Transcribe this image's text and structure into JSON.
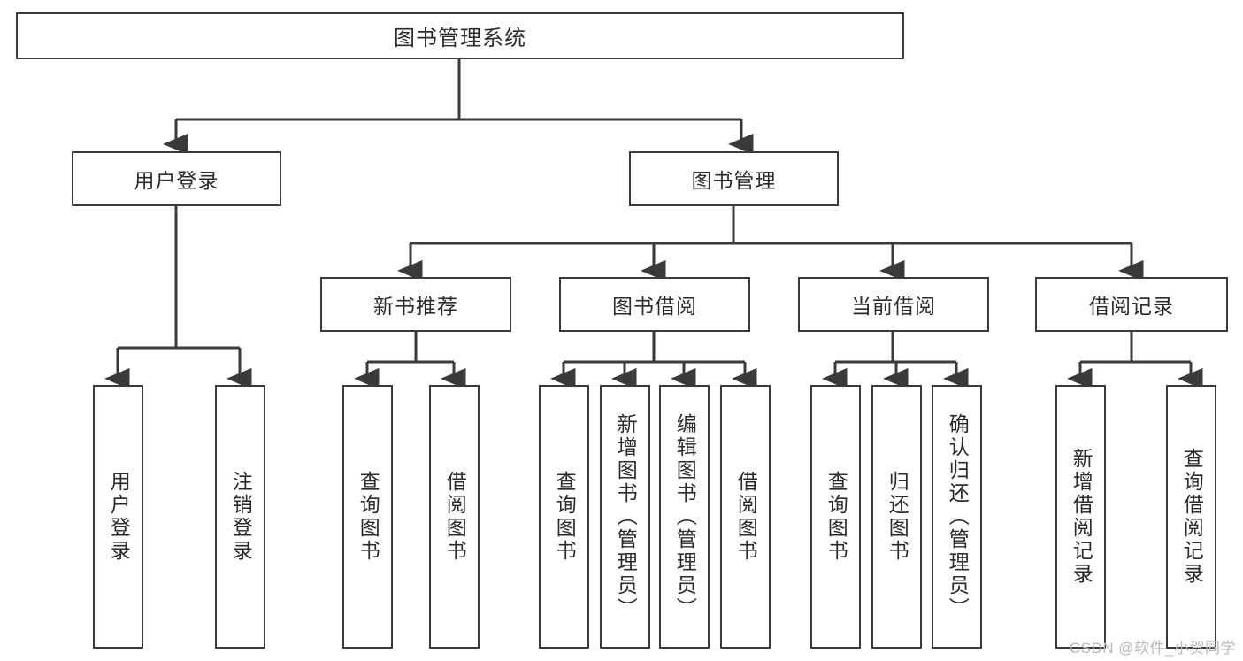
{
  "diagram": {
    "title": "图书管理系统",
    "root": {
      "label": "图书管理系统"
    },
    "level2": [
      {
        "label": "用户登录"
      },
      {
        "label": "图书管理"
      }
    ],
    "level3": [
      {
        "label": "新书推荐"
      },
      {
        "label": "图书借阅"
      },
      {
        "label": "当前借阅"
      },
      {
        "label": "借阅记录"
      }
    ],
    "leaves": {
      "user_login": [
        {
          "label": "用户登录"
        },
        {
          "label": "注销登录"
        }
      ],
      "new_book_recommend": [
        {
          "label": "查询图书"
        },
        {
          "label": "借阅图书"
        }
      ],
      "book_borrow": [
        {
          "label": "查询图书"
        },
        {
          "label": "新增图书（管理员）"
        },
        {
          "label": "编辑图书（管理员）"
        },
        {
          "label": "借阅图书"
        }
      ],
      "current_borrow": [
        {
          "label": "查询图书"
        },
        {
          "label": "归还图书"
        },
        {
          "label": "确认归还（管理员）"
        }
      ],
      "borrow_record": [
        {
          "label": "新增借阅记录"
        },
        {
          "label": "查询借阅记录"
        }
      ]
    }
  },
  "watermark": {
    "text": "CSDN @软件_小贺同学"
  },
  "colors": {
    "border": "#3a3a3a",
    "text": "#2b2b2b",
    "background": "#ffffff",
    "watermark": "#b9b9b9"
  }
}
